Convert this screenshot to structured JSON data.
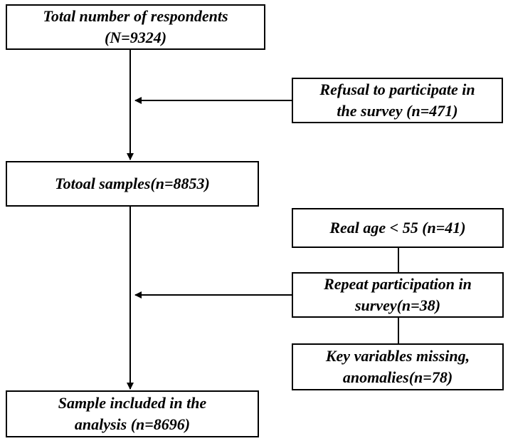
{
  "flowchart": {
    "total_respondents": {
      "line1": "Total number of respondents",
      "line2": "(N=9324)"
    },
    "refusal": {
      "line1": "Refusal to participate in",
      "line2": "the survey (n=471)"
    },
    "total_samples": {
      "line1": "Totoal samples(n=8853)"
    },
    "real_age": {
      "line1": "Real age < 55 (n=41)"
    },
    "repeat_participation": {
      "line1": "Repeat participation in",
      "line2": "survey(n=38)"
    },
    "key_variables": {
      "line1": "Key variables missing,",
      "line2": "anomalies(n=78)"
    },
    "sample_included": {
      "line1": "Sample included in the",
      "line2": "analysis (n=8696)"
    }
  }
}
